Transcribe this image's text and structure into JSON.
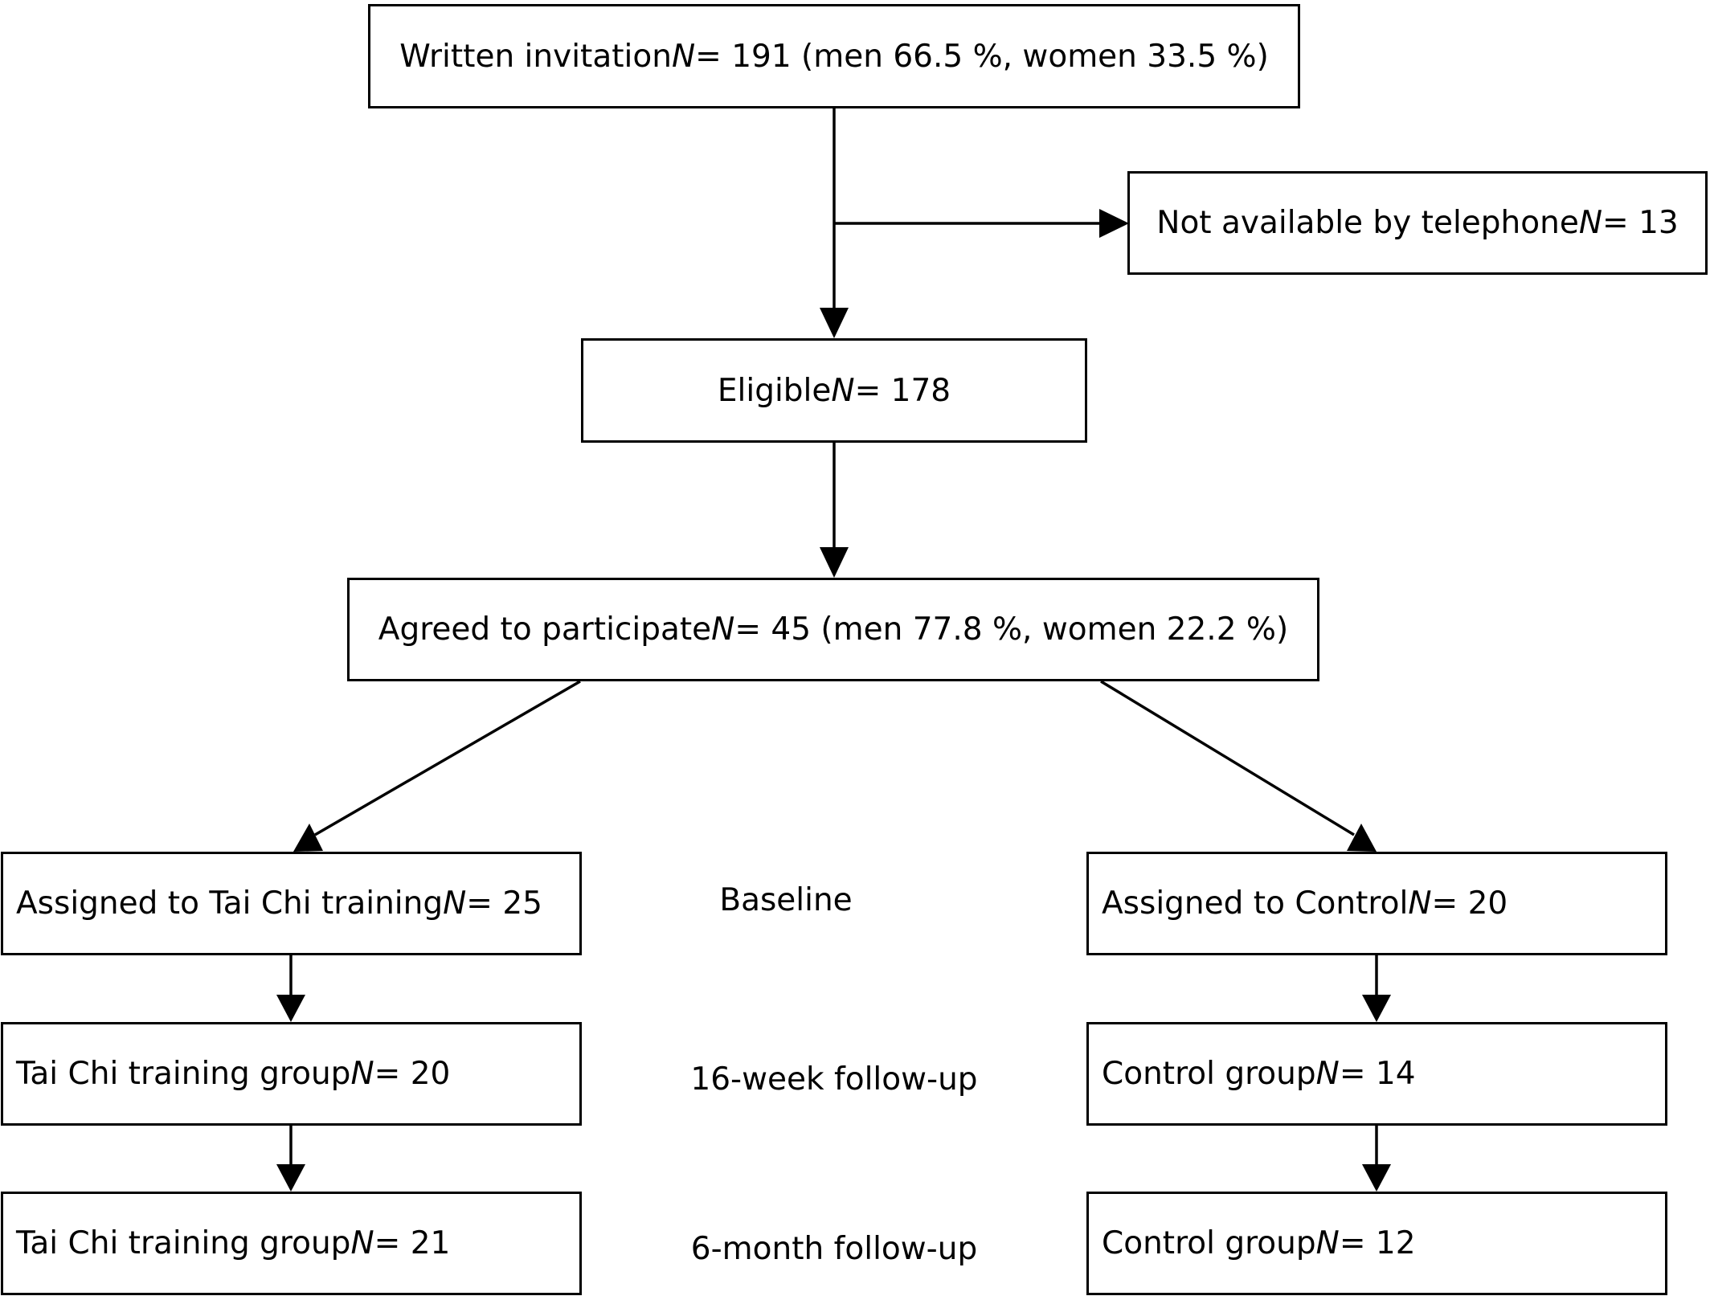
{
  "boxes": {
    "invitation": {
      "before": "Written invitation ",
      "n": "N",
      "after": " = 191 (men 66.5 %, women 33.5 %)"
    },
    "not_available": {
      "before": "Not available by telephone ",
      "n": "N",
      "after": " = 13"
    },
    "eligible": {
      "before": "Eligible ",
      "n": "N",
      "after": " = 178"
    },
    "agreed": {
      "before": "Agreed to participate ",
      "n": "N",
      "after": " = 45 (men 77.8 %, women 22.2 %)"
    },
    "taichi_assigned": {
      "before": "Assigned to Tai Chi training ",
      "n": "N",
      "after": " = 25"
    },
    "control_assigned": {
      "before": "Assigned to Control ",
      "n": "N",
      "after": " = 20"
    },
    "taichi_16w": {
      "before": "Tai Chi training group ",
      "n": "N",
      "after": " = 20"
    },
    "control_16w": {
      "before": "Control group ",
      "n": "N",
      "after": " = 14"
    },
    "taichi_6m": {
      "before": "Tai Chi training group ",
      "n": "N",
      "after": " = 21"
    },
    "control_6m": {
      "before": "Control group ",
      "n": "N",
      "after": " = 12"
    }
  },
  "phases": {
    "baseline": "Baseline",
    "week16": "16-week follow-up",
    "month6": "6-month follow-up"
  },
  "colors": {
    "line": "#000000",
    "box_border": "#000000",
    "background": "#ffffff"
  }
}
